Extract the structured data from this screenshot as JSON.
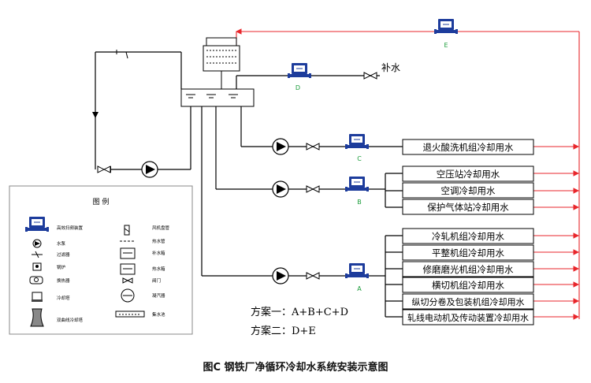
{
  "caption": "图C 钢铁厂净循环冷却水系统安装示意图",
  "makeup_water": "补水",
  "device_labels": {
    "A": "A",
    "B": "B",
    "C": "C",
    "D": "D",
    "E": "E"
  },
  "consumers": {
    "C": [
      "退火酸洗机组冷却用水"
    ],
    "B": [
      "空压站冷却用水",
      "空调冷却用水",
      "保护气体站冷却用水"
    ],
    "A": [
      "冷轧机组冷却用水",
      "平整机组冷却用水",
      "修磨磨光机组冷却用水",
      "横切机组冷却用水",
      "纵切分卷及包装机组冷却用水",
      "轧线电动机及传动装置冷却用水"
    ]
  },
  "schemes": [
    "方案一：A+B+C+D",
    "方案二：D+E"
  ],
  "legend": {
    "title": "图  例",
    "left": [
      "高效扫频装置",
      "水泵",
      "过滤器",
      "锅炉",
      "换热器",
      "冷却塔",
      "双曲线冷却塔"
    ],
    "right": [
      "风机盘管",
      "热水管",
      "补水箱",
      "热水箱",
      "阀门",
      "凝汽器",
      "集水池"
    ]
  },
  "colors": {
    "supply_line": "#000000",
    "return_line": "#e8262b",
    "device_blue": "#1d3c9c"
  }
}
